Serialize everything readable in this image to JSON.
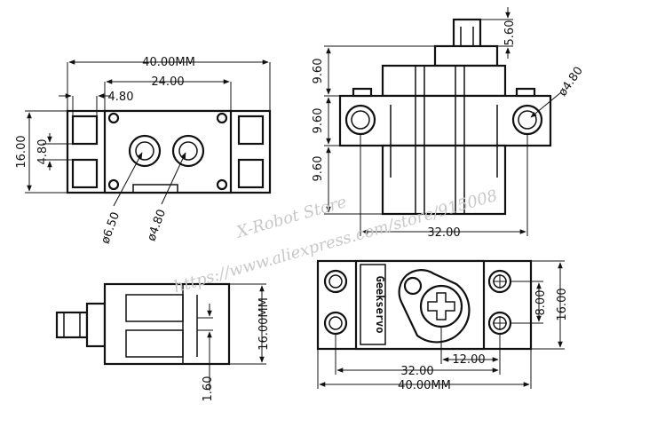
{
  "top_view": {
    "width_total": "40.00MM",
    "width_inner": "24.00",
    "tab_width": "4.80",
    "height_total": "16.00",
    "tab_height": "4.80",
    "hole_big": "ø6.50",
    "hole_small": "ø4.80"
  },
  "front_view": {
    "shaft_height": "5.60",
    "seg_top": "9.60",
    "seg_mid": "9.60",
    "seg_bottom": "9.60",
    "hole_dia": "ø4.80",
    "hole_spacing": "32.00"
  },
  "side_view": {
    "height": "16.00MM",
    "step": "1.60"
  },
  "bottom_view": {
    "brand": "Geekservo",
    "hole_v_spacing": "8.00",
    "height": "16.00",
    "shaft_offset": "12.00",
    "hole_spacing": "32.00",
    "width_total": "40.00MM"
  },
  "watermark": {
    "line1": "X-Robot Store",
    "line2": "https://www.aliexpress.com/store/915008"
  }
}
